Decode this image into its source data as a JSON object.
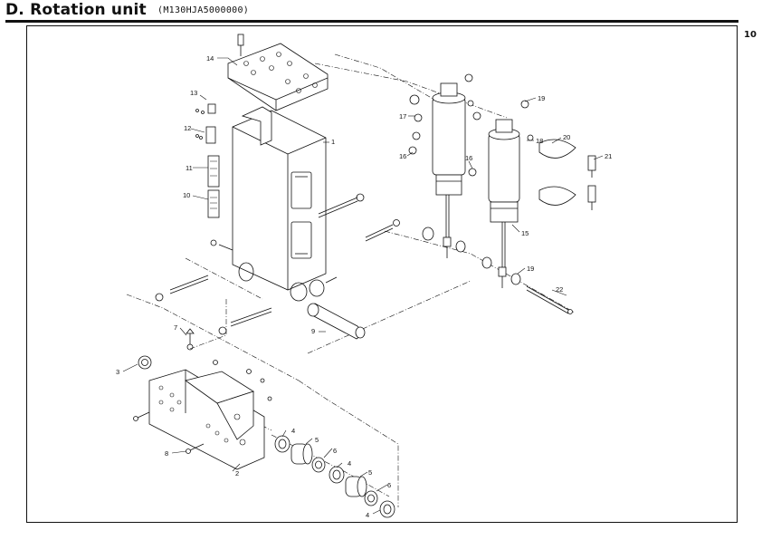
{
  "header": {
    "title": "D. Rotation unit",
    "code": "(M130HJA5000000)"
  },
  "page_number": "10",
  "callouts": [
    {
      "id": "c1",
      "text": "1"
    },
    {
      "id": "c2",
      "text": "2"
    },
    {
      "id": "c3",
      "text": "3"
    },
    {
      "id": "c4a",
      "text": "4"
    },
    {
      "id": "c4b",
      "text": "4"
    },
    {
      "id": "c4c",
      "text": "4"
    },
    {
      "id": "c5a",
      "text": "5"
    },
    {
      "id": "c5b",
      "text": "5"
    },
    {
      "id": "c6a",
      "text": "6"
    },
    {
      "id": "c6b",
      "text": "6"
    },
    {
      "id": "c7",
      "text": "7"
    },
    {
      "id": "c8",
      "text": "8"
    },
    {
      "id": "c9",
      "text": "9"
    },
    {
      "id": "c10",
      "text": "10"
    },
    {
      "id": "c11",
      "text": "11"
    },
    {
      "id": "c12",
      "text": "12"
    },
    {
      "id": "c13",
      "text": "13"
    },
    {
      "id": "c14",
      "text": "14"
    },
    {
      "id": "c15",
      "text": "15"
    },
    {
      "id": "c16a",
      "text": "16"
    },
    {
      "id": "c16b",
      "text": "16"
    },
    {
      "id": "c17",
      "text": "17"
    },
    {
      "id": "c18",
      "text": "18"
    },
    {
      "id": "c19a",
      "text": "19"
    },
    {
      "id": "c19b",
      "text": "19"
    },
    {
      "id": "c20",
      "text": "20"
    },
    {
      "id": "c21",
      "text": "21"
    },
    {
      "id": "c22",
      "text": "22"
    }
  ]
}
